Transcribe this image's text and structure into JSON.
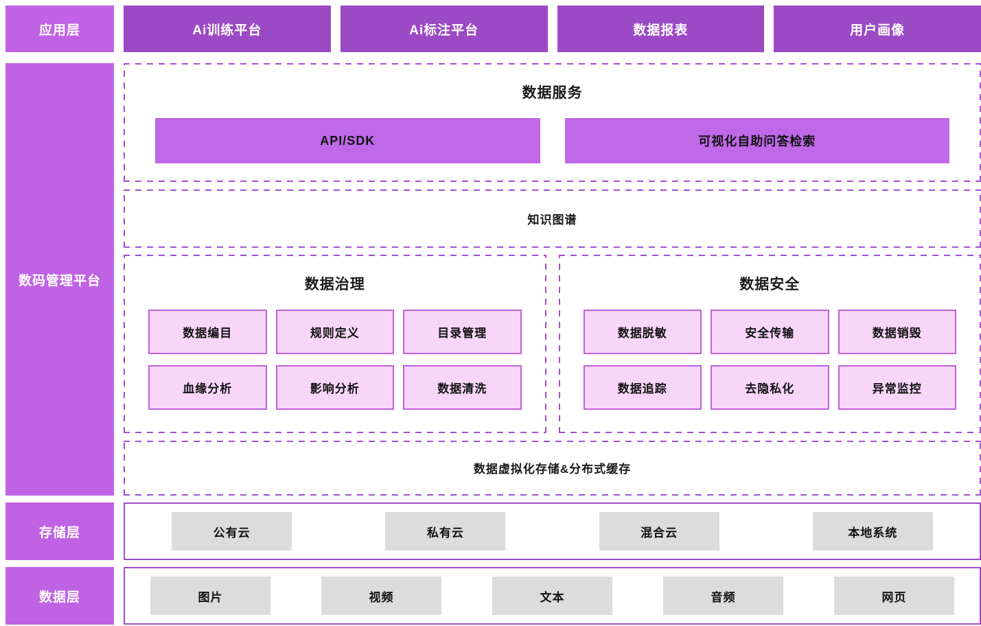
{
  "app_layer": {
    "label": "应用层",
    "items": [
      {
        "label": "Ai训练平台"
      },
      {
        "label": "Ai标注平台"
      },
      {
        "label": "数据报表"
      },
      {
        "label": "用户画像"
      }
    ]
  },
  "platform": {
    "label": "数码管理平台",
    "data_service": {
      "title": "数据服务",
      "items": [
        {
          "label": "API/SDK"
        },
        {
          "label": "可视化自助问答检索"
        }
      ]
    },
    "knowledge_graph": {
      "title": "知识图谱"
    },
    "governance": {
      "title": "数据治理",
      "items": [
        {
          "label": "数据编目"
        },
        {
          "label": "规则定义"
        },
        {
          "label": "目录管理"
        },
        {
          "label": "血缘分析"
        },
        {
          "label": "影响分析"
        },
        {
          "label": "数据清洗"
        }
      ]
    },
    "security": {
      "title": "数据安全",
      "items": [
        {
          "label": "数据脱敏"
        },
        {
          "label": "安全传输"
        },
        {
          "label": "数据销毁"
        },
        {
          "label": "数据追踪"
        },
        {
          "label": "去隐私化"
        },
        {
          "label": "异常监控"
        }
      ]
    },
    "virtual_storage": {
      "title": "数据虚拟化存储&分布式缓存"
    }
  },
  "storage_layer": {
    "label": "存储层",
    "items": [
      {
        "label": "公有云"
      },
      {
        "label": "私有云"
      },
      {
        "label": "混合云"
      },
      {
        "label": "本地系统"
      }
    ]
  },
  "data_layer": {
    "label": "数据层",
    "items": [
      {
        "label": "图片"
      },
      {
        "label": "视频"
      },
      {
        "label": "文本"
      },
      {
        "label": "音频"
      },
      {
        "label": "网页"
      }
    ]
  },
  "colors": {
    "layer_label_bg": "#bf63e4",
    "app_box_bg": "#9c49c6",
    "service_box_bg": "#bf68e8",
    "pill_bg": "#f8d6fa",
    "pill_border": "#bf62d8",
    "dashed_border": "#a04fd0",
    "solid_border": "#9d4bc8",
    "gray_box_bg": "#dcdcdc"
  }
}
